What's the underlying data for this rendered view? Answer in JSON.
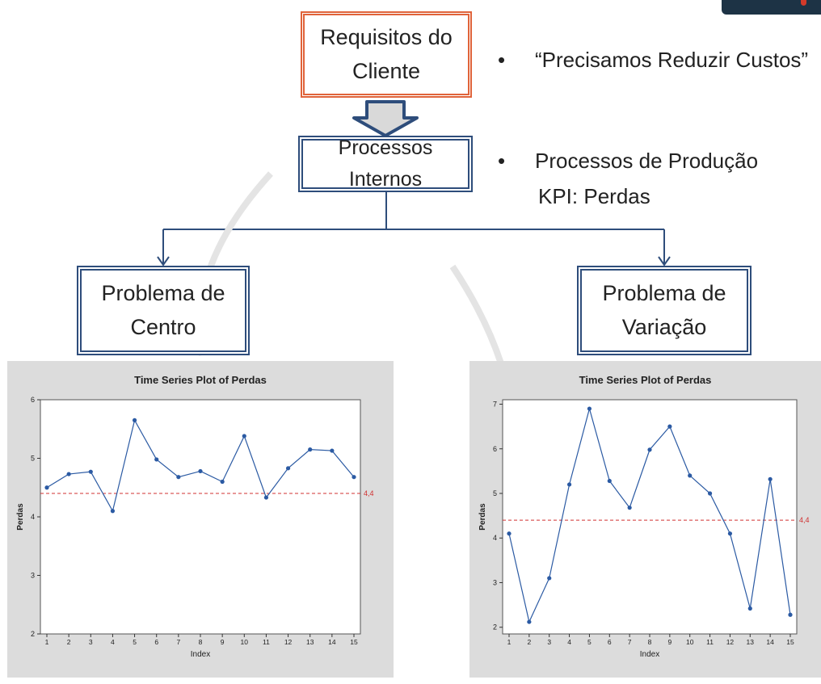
{
  "requisitos_box": {
    "line1": "Requisitos do",
    "line2": "Cliente"
  },
  "processos_box": {
    "label": "Processos Internos"
  },
  "problema_centro_box": {
    "line1": "Problema de",
    "line2": "Centro"
  },
  "problema_variacao_box": {
    "line1": "Problema de",
    "line2": "Variação"
  },
  "bullets": {
    "bullet1": "“Precisamos Reduzir Custos”",
    "bullet2": "Processos de Produção",
    "bullet2_sub": "KPI: Perdas",
    "marker": "•"
  },
  "colors": {
    "orange_border": "#e0633a",
    "blue_border": "#2e4d7b",
    "series": "#2b5aa3",
    "reference_line": "#d03030",
    "panel_bg": "#dcdcdc"
  },
  "chart_data": [
    {
      "type": "line",
      "title": "Time Series Plot of Perdas",
      "xlabel": "Index",
      "ylabel": "Perdas",
      "x": [
        1,
        2,
        3,
        4,
        5,
        6,
        7,
        8,
        9,
        10,
        11,
        12,
        13,
        14,
        15
      ],
      "values": [
        4.5,
        4.73,
        4.77,
        4.1,
        5.65,
        4.98,
        4.68,
        4.78,
        4.6,
        5.38,
        4.33,
        4.83,
        5.15,
        5.13,
        4.68
      ],
      "ylim": [
        2,
        6
      ],
      "yticks": [
        2,
        3,
        4,
        5,
        6
      ],
      "reference_line": {
        "value": 4.4,
        "label": "4,4"
      },
      "grid": false
    },
    {
      "type": "line",
      "title": "Time Series Plot of Perdas",
      "xlabel": "Index",
      "ylabel": "Perdas",
      "x": [
        1,
        2,
        3,
        4,
        5,
        6,
        7,
        8,
        9,
        10,
        11,
        12,
        13,
        14,
        15
      ],
      "values": [
        4.1,
        2.12,
        3.1,
        5.2,
        6.9,
        5.28,
        4.68,
        5.98,
        6.5,
        5.4,
        5.0,
        4.1,
        2.42,
        5.32,
        2.28
      ],
      "ylim": [
        1.85,
        7.1
      ],
      "yticks": [
        2,
        3,
        4,
        5,
        6,
        7
      ],
      "reference_line": {
        "value": 4.4,
        "label": "4,4"
      },
      "grid": false
    }
  ]
}
